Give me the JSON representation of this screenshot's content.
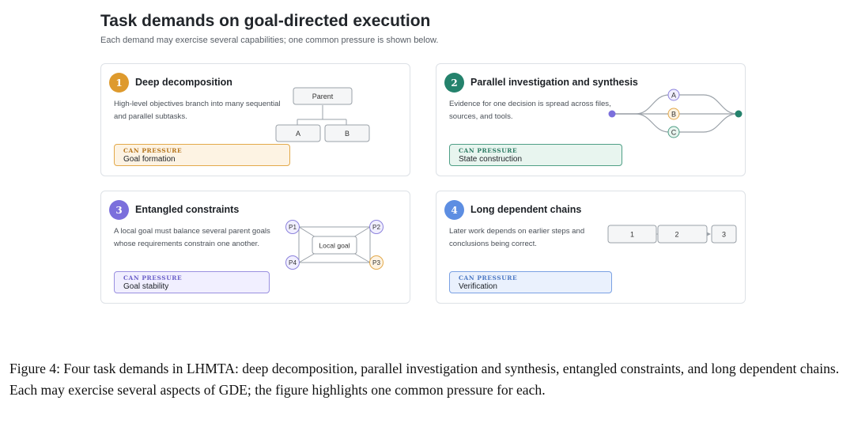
{
  "header": {
    "title": "Task demands on goal-directed execution",
    "subtitle": "Each demand may exercise several capabilities; one common pressure is shown below."
  },
  "colors": {
    "orange": "#de9a2d",
    "teal": "#24826c",
    "purple": "#7b6fdc",
    "blue": "#5d8ee2",
    "border": "#dde1e6",
    "node_stroke": "#9aa1a8",
    "node_fill": "#f5f6f7"
  },
  "cards": [
    {
      "number": "1",
      "title": "Deep decomposition",
      "description": "High-level objectives branch into many sequential and parallel subtasks.",
      "pressure_label": "CAN PRESSURE",
      "pressure_value": "Goal formation",
      "diagram": {
        "type": "tree",
        "parent": "Parent",
        "children": [
          "A",
          "B"
        ]
      }
    },
    {
      "number": "2",
      "title": "Parallel investigation and synthesis",
      "description": "Evidence for one decision is spread across files, sources, and tools.",
      "pressure_label": "CAN PRESSURE",
      "pressure_value": "State construction",
      "diagram": {
        "type": "fan",
        "branches": [
          "A",
          "B",
          "C"
        ]
      }
    },
    {
      "number": "3",
      "title": "Entangled constraints",
      "description": "A local goal must balance several parent goals whose requirements constrain one another.",
      "pressure_label": "CAN PRESSURE",
      "pressure_value": "Goal stability",
      "diagram": {
        "type": "constraints",
        "center": "Local goal",
        "parents": [
          "P1",
          "P2",
          "P3",
          "P4"
        ]
      }
    },
    {
      "number": "4",
      "title": "Long dependent chains",
      "description": "Later work depends on earlier steps and conclusions being correct.",
      "pressure_label": "CAN PRESSURE",
      "pressure_value": "Verification",
      "diagram": {
        "type": "chain",
        "steps": [
          "1",
          "2",
          "3"
        ]
      }
    }
  ],
  "caption": "Figure 4: Four task demands in LHMTA: deep decomposition, parallel investigation and synthesis, entangled constraints, and long dependent chains. Each may exercise several aspects of GDE; the figure highlights one common pressure for each."
}
